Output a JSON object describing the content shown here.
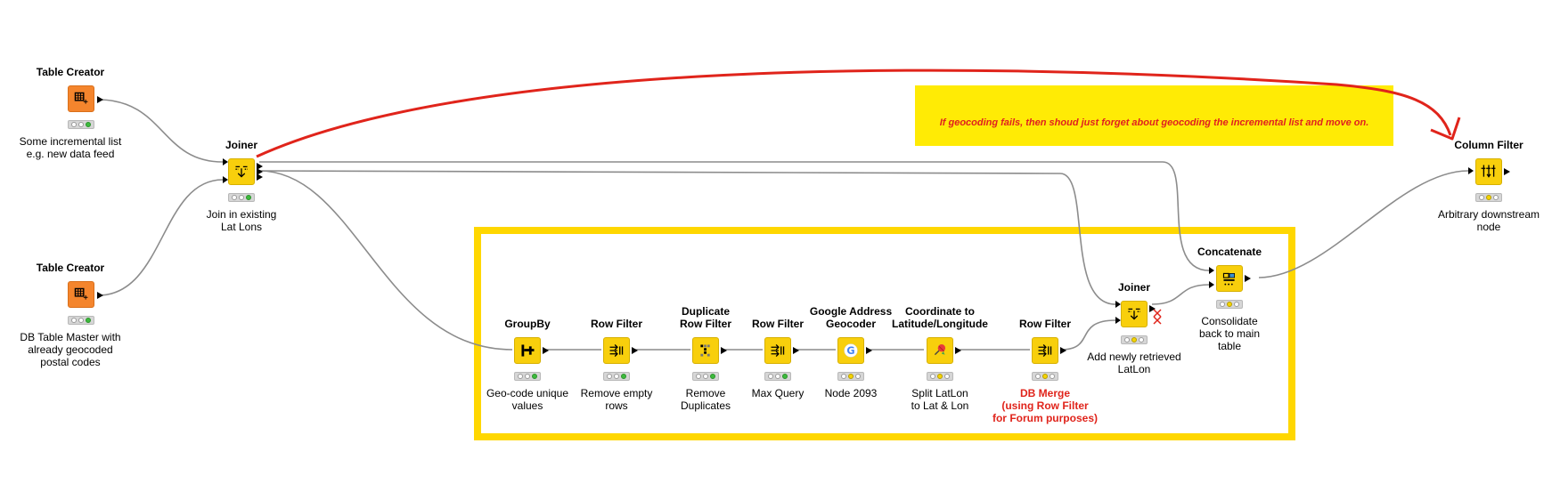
{
  "annotation": {
    "text": "If geocoding fails, then shoud just forget about geocoding the incremental list and move on."
  },
  "colors": {
    "orange_node": "#f4852d",
    "yellow_node": "#f8cf0c",
    "annotation_bg": "#ffeb05",
    "group_border": "#ffd700",
    "arrow_red": "#e0241b",
    "edge_gray": "#8c8c8c"
  },
  "nodes": {
    "table_creator_1": {
      "title": "Table Creator",
      "desc": "Some incremental list\ne.g. new data feed",
      "icon": "table-creator-icon",
      "status": "green"
    },
    "table_creator_2": {
      "title": "Table Creator",
      "desc": "DB Table Master with\nalready geocoded\npostal codes",
      "icon": "table-creator-icon",
      "status": "green"
    },
    "joiner_1": {
      "title": "Joiner",
      "desc": "Join in existing\nLat Lons",
      "icon": "joiner-icon",
      "status": "green"
    },
    "groupby": {
      "title": "GroupBy",
      "desc": "Geo-code unique\nvalues",
      "icon": "groupby-icon",
      "status": "green"
    },
    "row_filter_1": {
      "title": "Row Filter",
      "desc": "Remove empty\nrows",
      "icon": "row-filter-icon",
      "status": "green"
    },
    "dup_filter": {
      "title": "Duplicate\nRow Filter",
      "desc": "Remove\nDuplicates",
      "icon": "duplicate-filter-icon",
      "status": "green"
    },
    "row_filter_2": {
      "title": "Row Filter",
      "desc": "Max Query",
      "icon": "row-filter-icon",
      "status": "green"
    },
    "geocoder": {
      "title": "Google Address\nGeocoder",
      "desc": "Node 2093",
      "icon": "google-icon",
      "status": "yellow"
    },
    "coord": {
      "title": "Coordinate to\nLatitude/Longitude",
      "desc": "Split LatLon\nto Lat & Lon",
      "icon": "pin-icon",
      "status": "yellow"
    },
    "row_filter_3": {
      "title": "Row Filter",
      "desc": "DB Merge\n(using Row Filter\nfor Forum purposes)",
      "icon": "row-filter-icon",
      "status": "yellow"
    },
    "joiner_2": {
      "title": "Joiner",
      "desc": "Add newly retrieved\nLatLon",
      "icon": "joiner-icon",
      "status": "yellow"
    },
    "concatenate": {
      "title": "Concatenate",
      "desc": "Consolidate\nback to main\ntable",
      "icon": "concatenate-icon",
      "status": "yellow"
    },
    "column_filter": {
      "title": "Column Filter",
      "desc": "Arbitrary downstream\nnode",
      "icon": "column-filter-icon",
      "status": "yellow"
    }
  }
}
